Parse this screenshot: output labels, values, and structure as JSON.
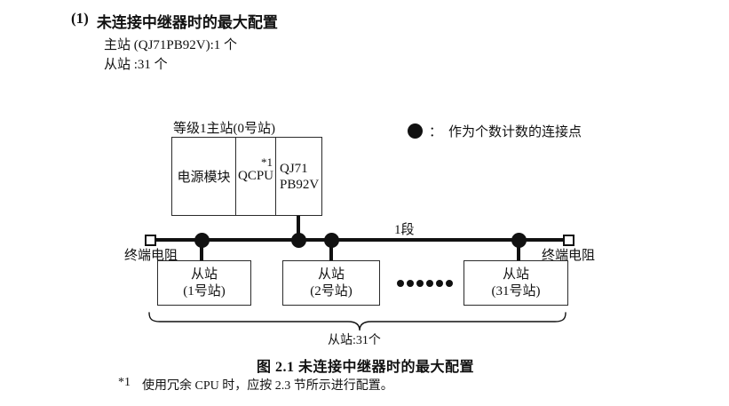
{
  "colors": {
    "ink": "#111111",
    "background": "#ffffff",
    "box_border": "#2b2b2b"
  },
  "header": {
    "number": "(1)",
    "title": "未连接中继器时的最大配置",
    "master_spec": "主站 (QJ71PB92V):1 个",
    "slave_spec": "从站 :31 个"
  },
  "legend": {
    "separator": "：",
    "label": "作为个数计数的连接点"
  },
  "master_station": {
    "label": "等级1主站(0号站)",
    "cells": [
      {
        "label": "电源模块"
      },
      {
        "label": "QCPU",
        "superscript": "*1"
      },
      {
        "label_line1": "QJ71",
        "label_line2": "PB92V"
      }
    ]
  },
  "bus": {
    "segment_label": "1段",
    "left_terminator_label": "终端电阻",
    "right_terminator_label": "终端电阻"
  },
  "slaves": {
    "stations": [
      {
        "type": "从站",
        "number": "(1号站)"
      },
      {
        "type": "从站",
        "number": "(2号站)"
      },
      {
        "type": "从站",
        "number": "(31号站)"
      }
    ],
    "count_label": "从站:31个"
  },
  "caption": "图 2.1 未连接中继器时的最大配置",
  "footnote": {
    "marker": "*1",
    "text": "使用冗余 CPU 时，应按 2.3 节所示进行配置。"
  }
}
